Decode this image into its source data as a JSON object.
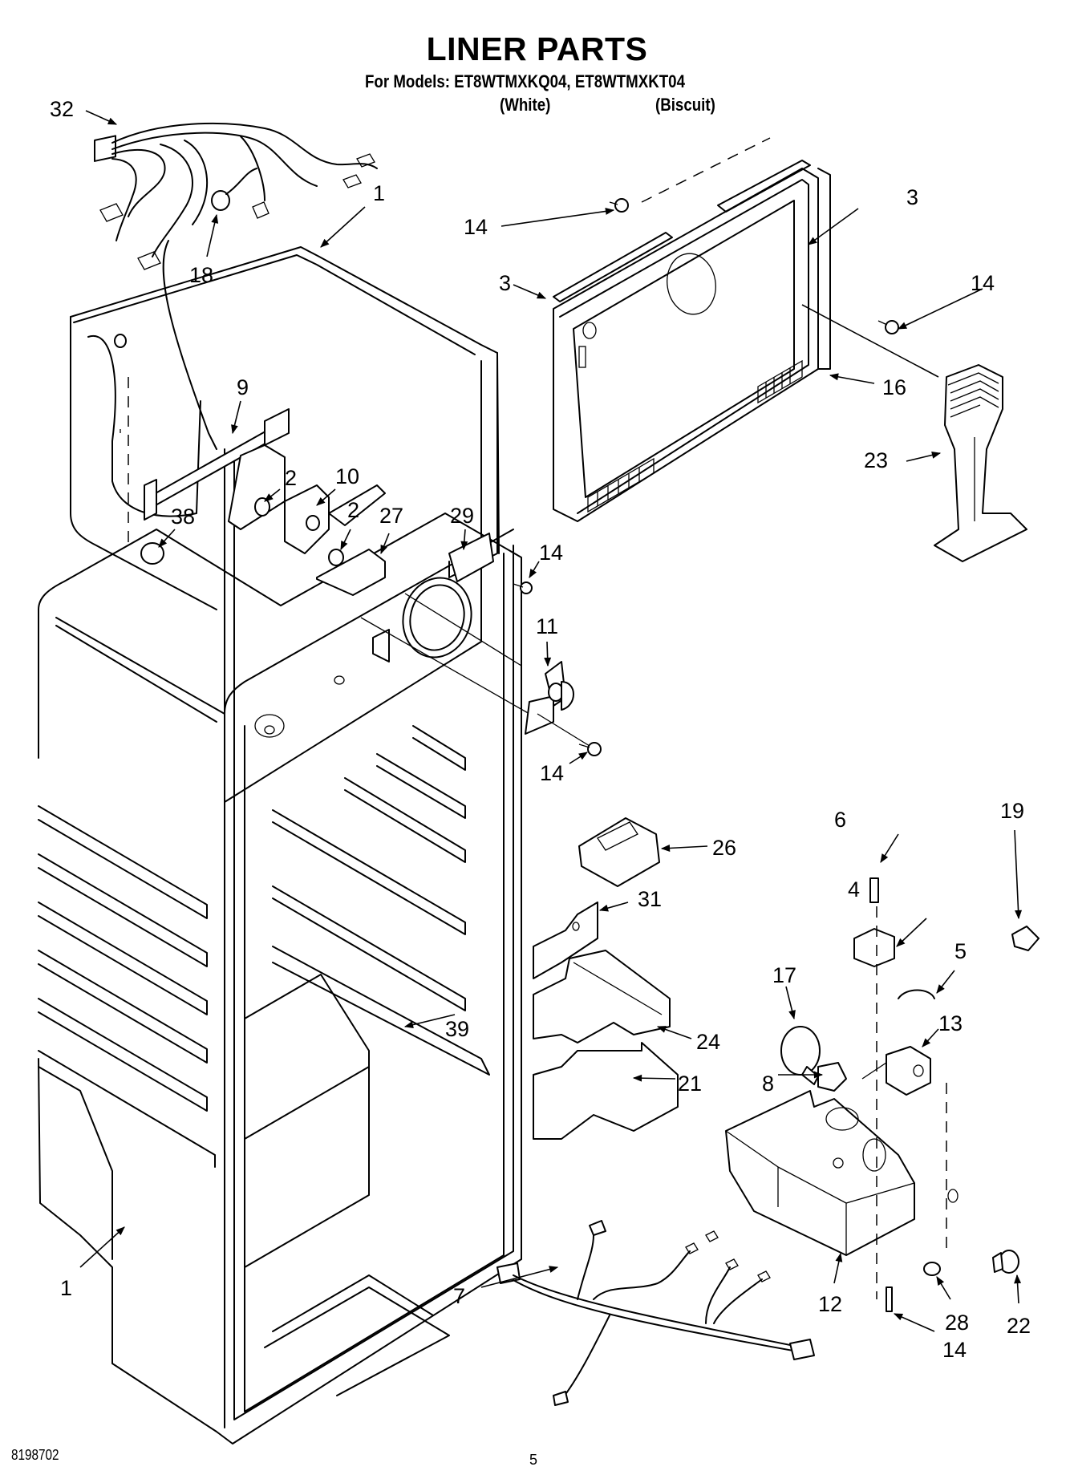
{
  "header": {
    "title": "LINER PARTS",
    "models_label": "For Models: ET8WTMXKQ04, ET8WTMXKT04",
    "variants": [
      "(White)",
      "(Biscuit)"
    ]
  },
  "footer": {
    "document_number": "8198702",
    "page_number": "5"
  },
  "callouts": [
    {
      "id": "c32",
      "label": "32"
    },
    {
      "id": "c1a",
      "label": "1"
    },
    {
      "id": "c18",
      "label": "18"
    },
    {
      "id": "c14a",
      "label": "14"
    },
    {
      "id": "c3a",
      "label": "3"
    },
    {
      "id": "c3b",
      "label": "3"
    },
    {
      "id": "c14b",
      "label": "14"
    },
    {
      "id": "c16",
      "label": "16"
    },
    {
      "id": "c23",
      "label": "23"
    },
    {
      "id": "c9",
      "label": "9"
    },
    {
      "id": "c2a",
      "label": "2"
    },
    {
      "id": "c10",
      "label": "10"
    },
    {
      "id": "c38",
      "label": "38"
    },
    {
      "id": "c2b",
      "label": "2"
    },
    {
      "id": "c27",
      "label": "27"
    },
    {
      "id": "c29",
      "label": "29"
    },
    {
      "id": "c14c",
      "label": "14"
    },
    {
      "id": "c11",
      "label": "11"
    },
    {
      "id": "c14d",
      "label": "14"
    },
    {
      "id": "c26",
      "label": "26"
    },
    {
      "id": "c6",
      "label": "6"
    },
    {
      "id": "c19",
      "label": "19"
    },
    {
      "id": "c31",
      "label": "31"
    },
    {
      "id": "c4",
      "label": "4"
    },
    {
      "id": "c5",
      "label": "5"
    },
    {
      "id": "c17",
      "label": "17"
    },
    {
      "id": "c39",
      "label": "39"
    },
    {
      "id": "c13",
      "label": "13"
    },
    {
      "id": "c24",
      "label": "24"
    },
    {
      "id": "c21",
      "label": "21"
    },
    {
      "id": "c8",
      "label": "8"
    },
    {
      "id": "c1b",
      "label": "1"
    },
    {
      "id": "c7",
      "label": "7"
    },
    {
      "id": "c12",
      "label": "12"
    },
    {
      "id": "c28",
      "label": "28"
    },
    {
      "id": "c22",
      "label": "22"
    },
    {
      "id": "c14e",
      "label": "14"
    }
  ]
}
